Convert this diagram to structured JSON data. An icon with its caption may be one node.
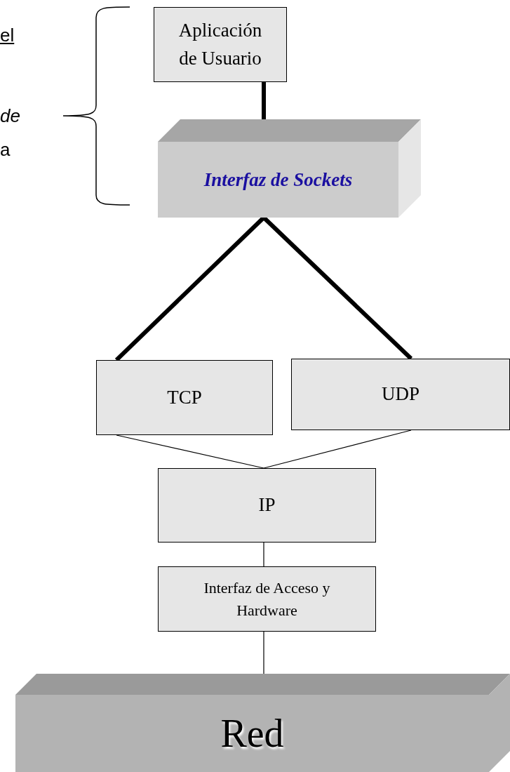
{
  "diagram": {
    "nodes": [
      {
        "text": [
          "Aplicación de Usuario"
        ]
      },
      {
        "text": [
          "Interfaz de Sockets"
        ]
      },
      {
        "text": [
          "TCP"
        ]
      },
      {
        "text": [
          "UDP"
        ]
      },
      {
        "text": [
          "IP"
        ]
      },
      {
        "text": [
          "Interfaz de Acceso y Hardware"
        ]
      },
      {
        "text": [
          "Red"
        ]
      }
    ],
    "edges": [
      {
        "from": 0,
        "to": 1,
        "arrow": "none",
        "style": "thick"
      },
      {
        "from": 1,
        "to": 2,
        "arrow": "none",
        "style": "thick"
      },
      {
        "from": 1,
        "to": 3,
        "arrow": "none",
        "style": "thick"
      },
      {
        "from": 2,
        "to": 4,
        "arrow": "none"
      },
      {
        "from": 3,
        "to": 4,
        "arrow": "none"
      },
      {
        "from": 4,
        "to": 5,
        "arrow": "none"
      },
      {
        "from": 5,
        "to": 6,
        "arrow": "none"
      }
    ],
    "labels": [
      "el",
      "de",
      "a"
    ]
  }
}
